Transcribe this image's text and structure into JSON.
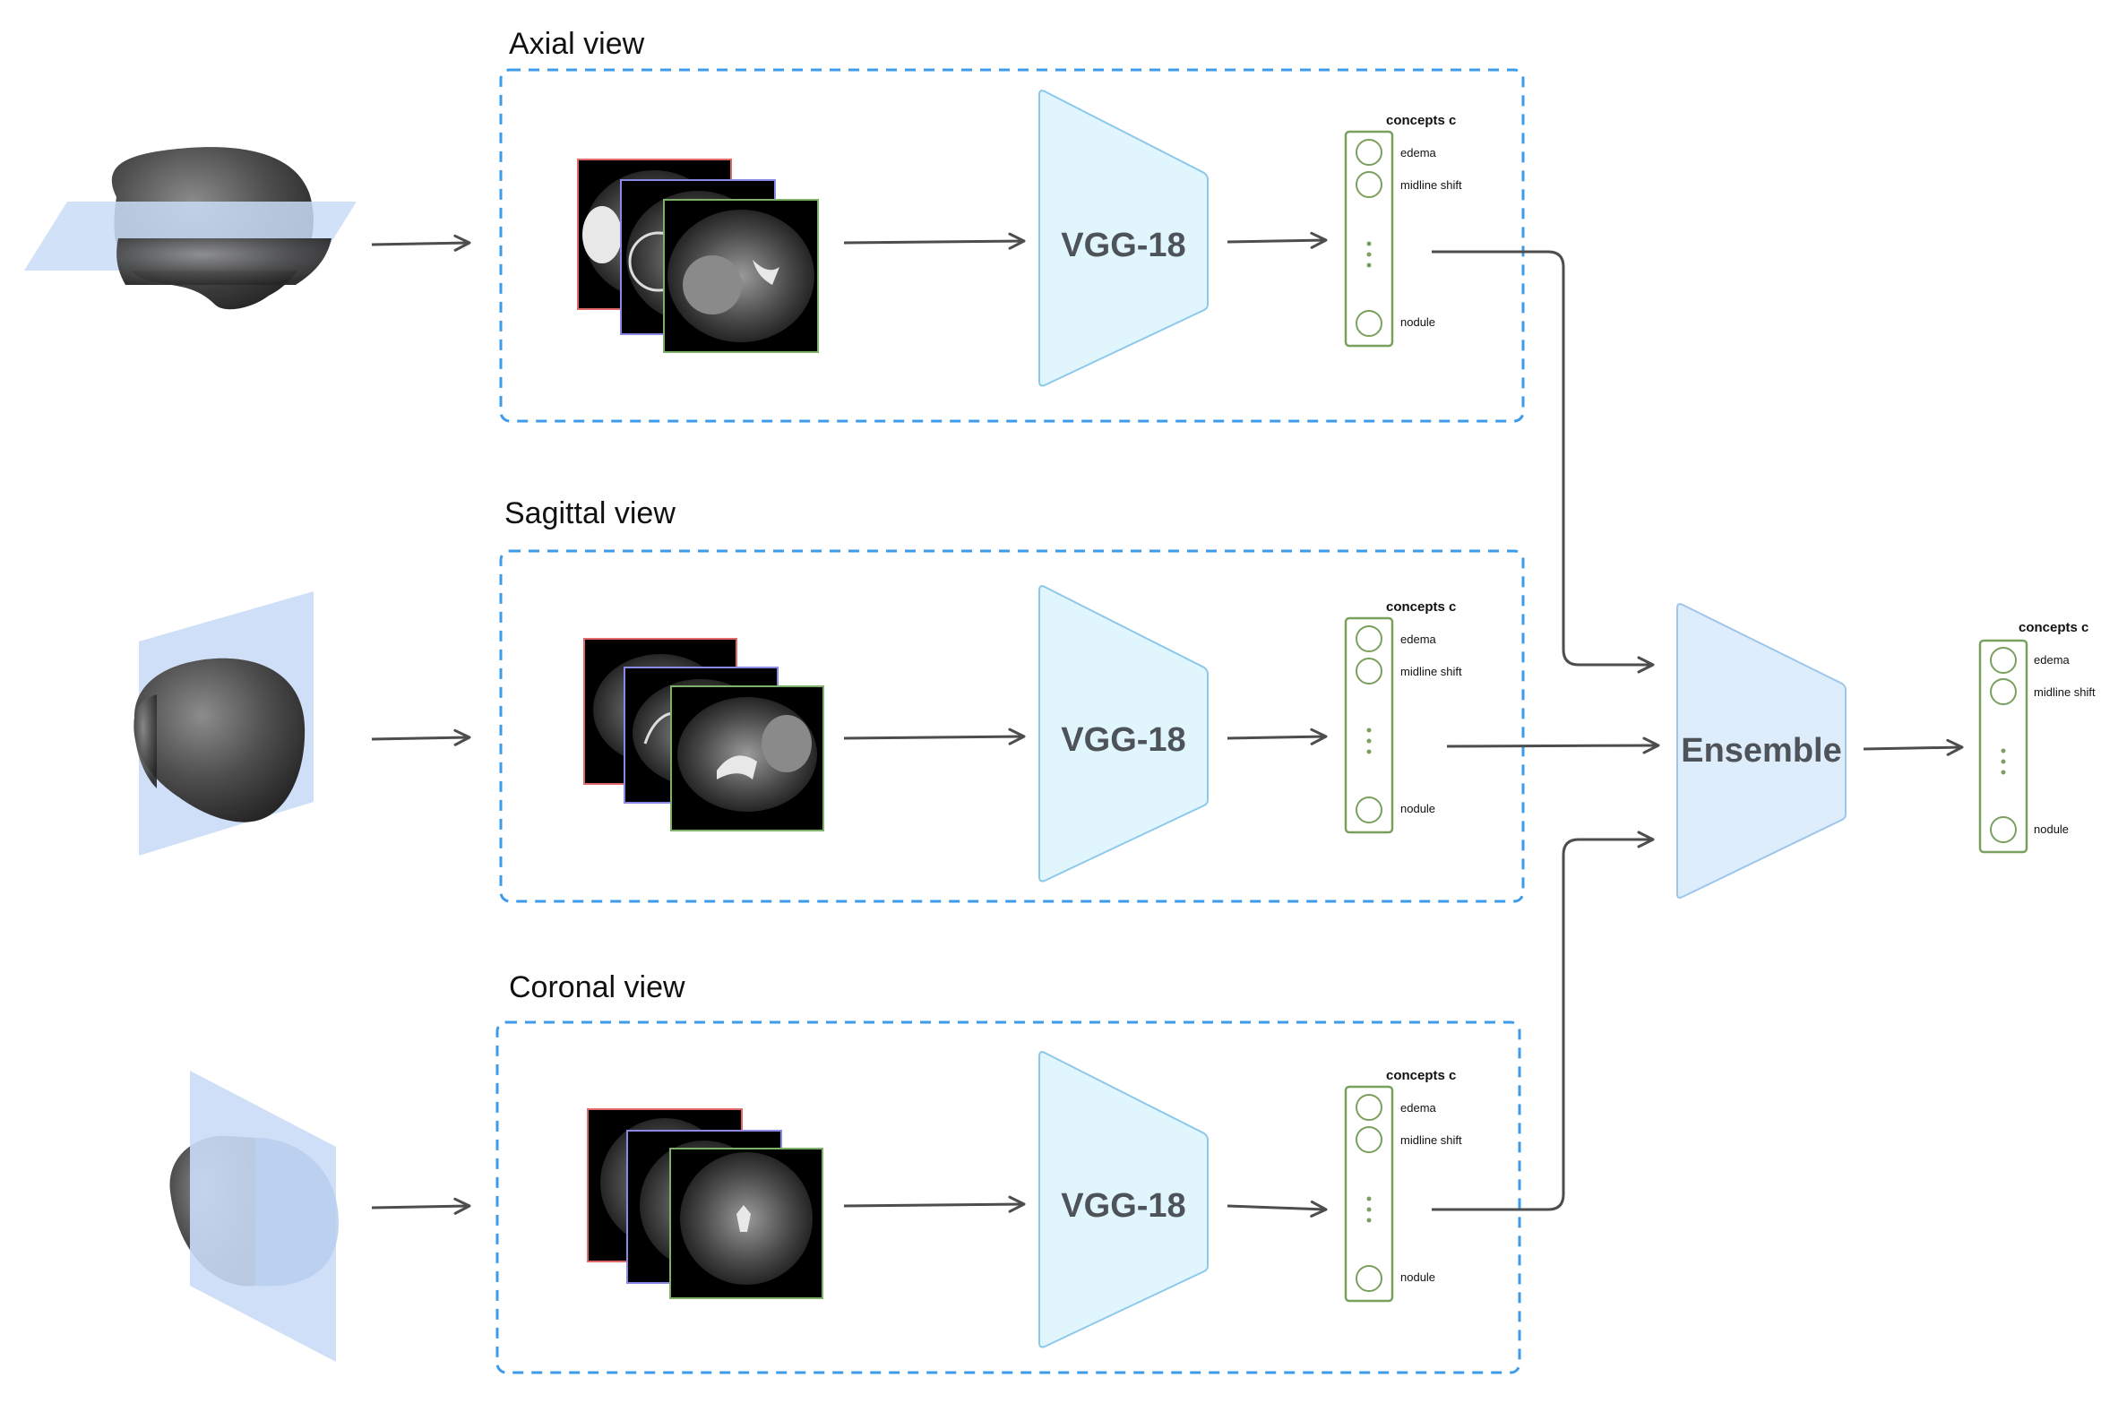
{
  "views": [
    {
      "title": "Axial view",
      "network": "VGG-18"
    },
    {
      "title": "Sagittal view",
      "network": "VGG-18"
    },
    {
      "title": "Coronal view",
      "network": "VGG-18"
    }
  ],
  "concepts": {
    "title": "concepts c",
    "items": [
      "edema",
      "midline shift",
      "nodule"
    ]
  },
  "ensemble": {
    "label": "Ensemble"
  },
  "colors": {
    "dashed_box": "#3d9be9",
    "network_fill": "#e0f5fc",
    "network_stroke": "#8cc8eb",
    "ensemble_fill": "#deedfb",
    "ensemble_stroke": "#9ec6ea",
    "concept_stroke": "#7aa05f",
    "arrow": "#4d4d4d",
    "plane": "#c9dcf6",
    "slice_border_1": "#e06a6a",
    "slice_border_2": "#8a8ae6",
    "slice_border_3": "#7fb069"
  },
  "icons": [
    "brain-3d-icon",
    "mri-slice-icon",
    "arrow-right-icon",
    "concept-node-icon",
    "ellipsis-vertical-icon"
  ]
}
